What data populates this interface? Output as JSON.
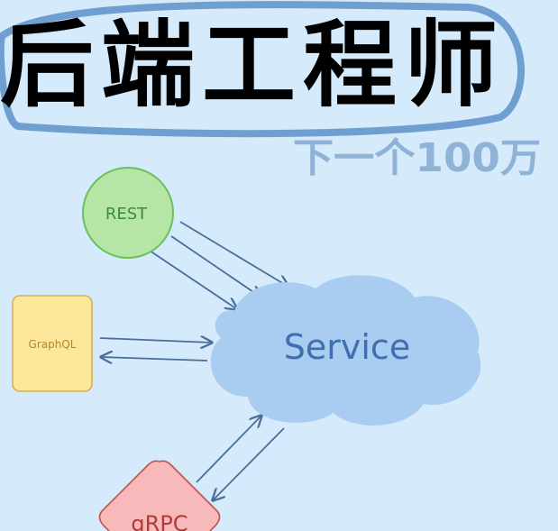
{
  "title": "后端工程师",
  "subtitle": "下一个100万",
  "nodes": {
    "rest": {
      "label": "REST"
    },
    "graphql": {
      "label": "GraphQL"
    },
    "service": {
      "label": "Service"
    },
    "grpc": {
      "label": "gRPC"
    }
  },
  "colors": {
    "background": "#d5eafa",
    "oval": "#6f9fd0",
    "subtitle": "#8fb3d6",
    "arrow": "#4a6f9a",
    "rest_fill": "#b6e6a5",
    "graphql_fill": "#fde79a",
    "service_fill": "#a9cdf0",
    "grpc_fill": "#f7b9b9"
  }
}
